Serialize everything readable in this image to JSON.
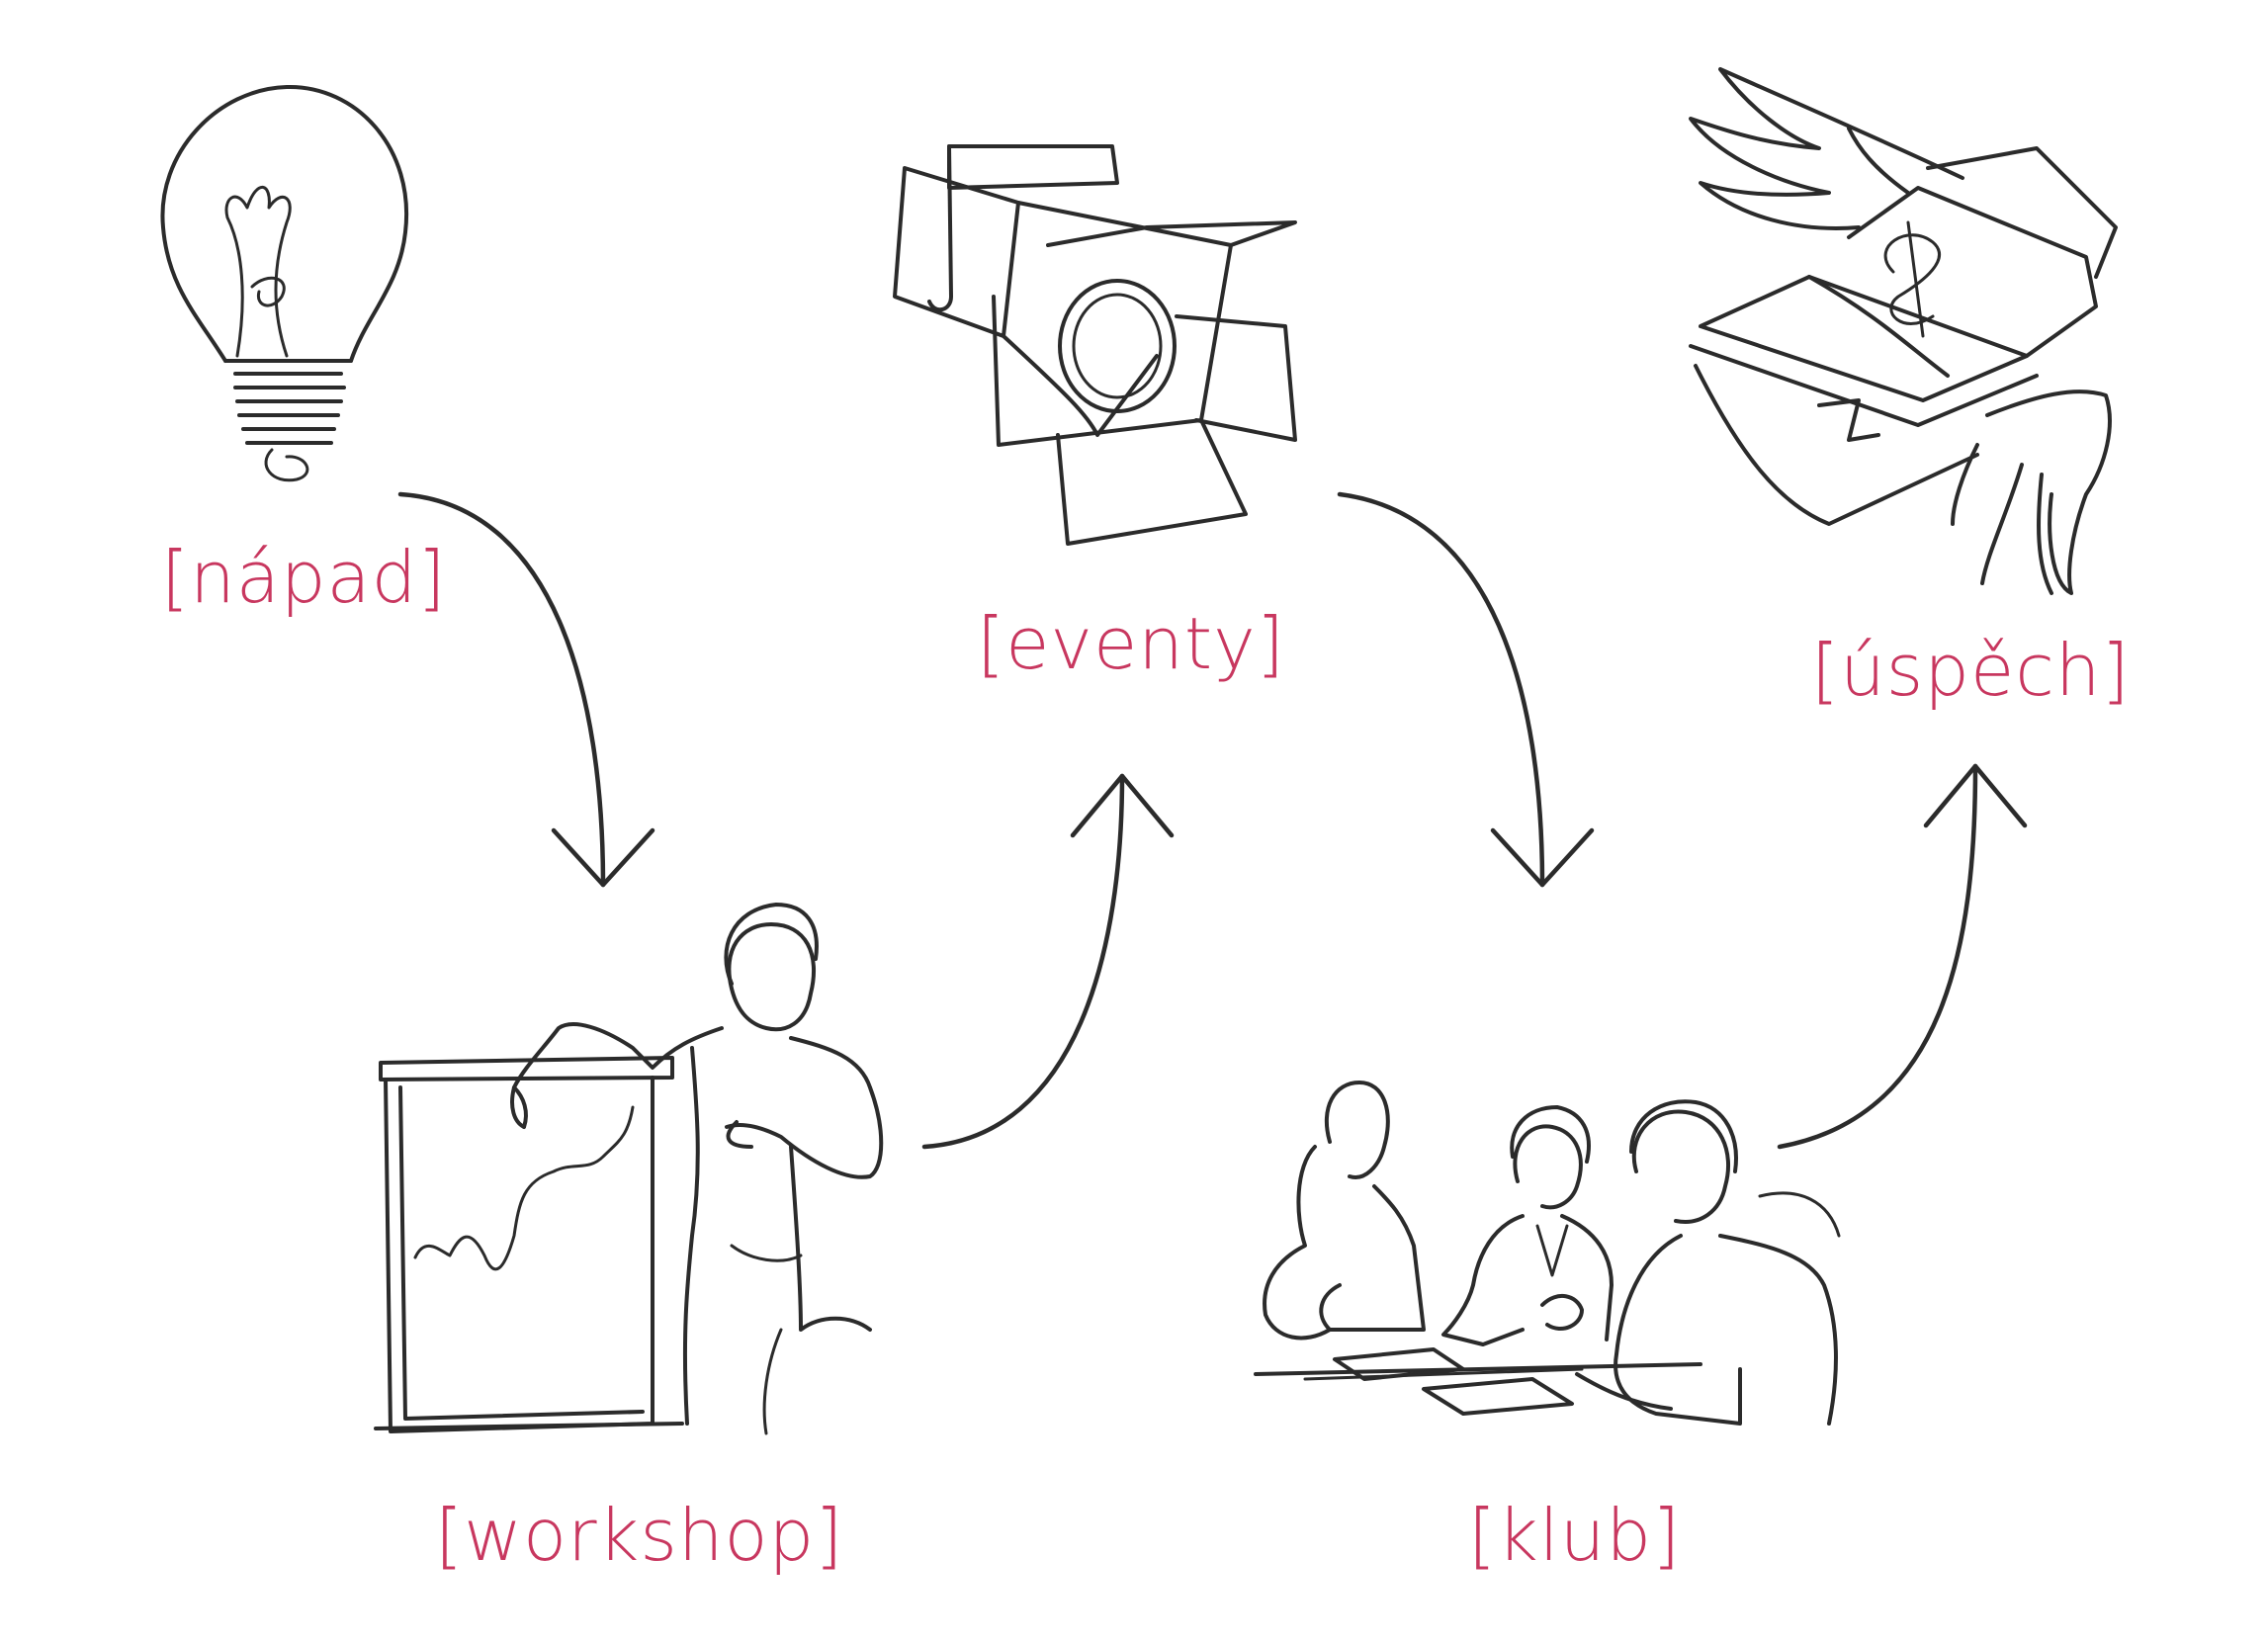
{
  "colors": {
    "label": "#c8375f",
    "ink": "#2b2b2b",
    "background": "#ffffff"
  },
  "steps": [
    {
      "id": "napad",
      "label": "[nápad]",
      "icon": "lightbulb-icon"
    },
    {
      "id": "workshop",
      "label": "[workshop]",
      "icon": "presenter-flipchart-icon"
    },
    {
      "id": "eventy",
      "label": "[eventy]",
      "icon": "spotlight-icon"
    },
    {
      "id": "klub",
      "label": "[klub]",
      "icon": "meeting-group-icon"
    },
    {
      "id": "uspech",
      "label": "[úspěch]",
      "icon": "flying-money-icon"
    }
  ]
}
